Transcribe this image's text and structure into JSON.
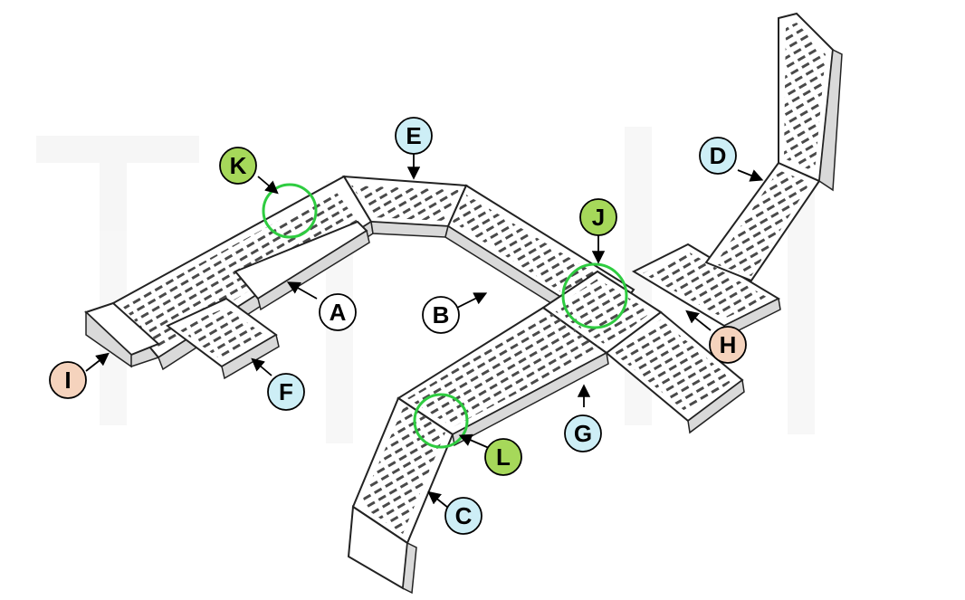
{
  "diagram": {
    "watermark_glyphs": [],
    "labels": [
      {
        "id": "A",
        "text": "A",
        "color": "#ffffff"
      },
      {
        "id": "B",
        "text": "B",
        "color": "#ffffff"
      },
      {
        "id": "C",
        "text": "C",
        "color": "#cdeef6"
      },
      {
        "id": "D",
        "text": "D",
        "color": "#cdeef6"
      },
      {
        "id": "E",
        "text": "E",
        "color": "#cdeef6"
      },
      {
        "id": "F",
        "text": "F",
        "color": "#cdeef6"
      },
      {
        "id": "G",
        "text": "G",
        "color": "#cdeef6"
      },
      {
        "id": "H",
        "text": "H",
        "color": "#f5d3bd"
      },
      {
        "id": "I",
        "text": "I",
        "color": "#f5d3bd"
      },
      {
        "id": "J",
        "text": "J",
        "color": "#a6d85a"
      },
      {
        "id": "K",
        "text": "K",
        "color": "#a6d85a"
      },
      {
        "id": "L",
        "text": "L",
        "color": "#a6d85a"
      }
    ],
    "highlight_color": "#2ecc40"
  }
}
